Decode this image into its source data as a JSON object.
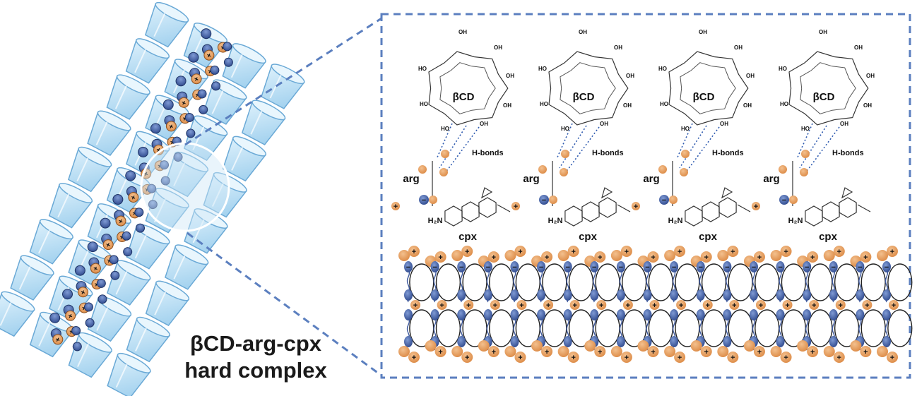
{
  "caption": {
    "line1": "βCD-arg-cpx",
    "line2": "hard complex"
  },
  "units": [
    {
      "cd_label": "βCD",
      "hbonds_label": "H-bonds",
      "arg_label": "arg",
      "cpx_label": "cpx"
    },
    {
      "cd_label": "βCD",
      "hbonds_label": "H-bonds",
      "arg_label": "arg",
      "cpx_label": "cpx"
    },
    {
      "cd_label": "βCD",
      "hbonds_label": "H-bonds",
      "arg_label": "arg",
      "cpx_label": "cpx"
    },
    {
      "cd_label": "βCD",
      "hbonds_label": "H-bonds",
      "arg_label": "arg",
      "cpx_label": "cpx"
    }
  ],
  "labels": {
    "hydroxyl": "OH",
    "hydroxyl_left": "HO",
    "amine": "H₂N",
    "plus": "+",
    "minus": "−"
  },
  "colors": {
    "frame": "#5b7fbf",
    "cyclodextrin": "#9fd0ee",
    "cation_bead": "#e29a5c",
    "anion_bead": "#3f5a9e",
    "hbond": "#2f5bb0",
    "zoom_circle": "#ffffff"
  }
}
